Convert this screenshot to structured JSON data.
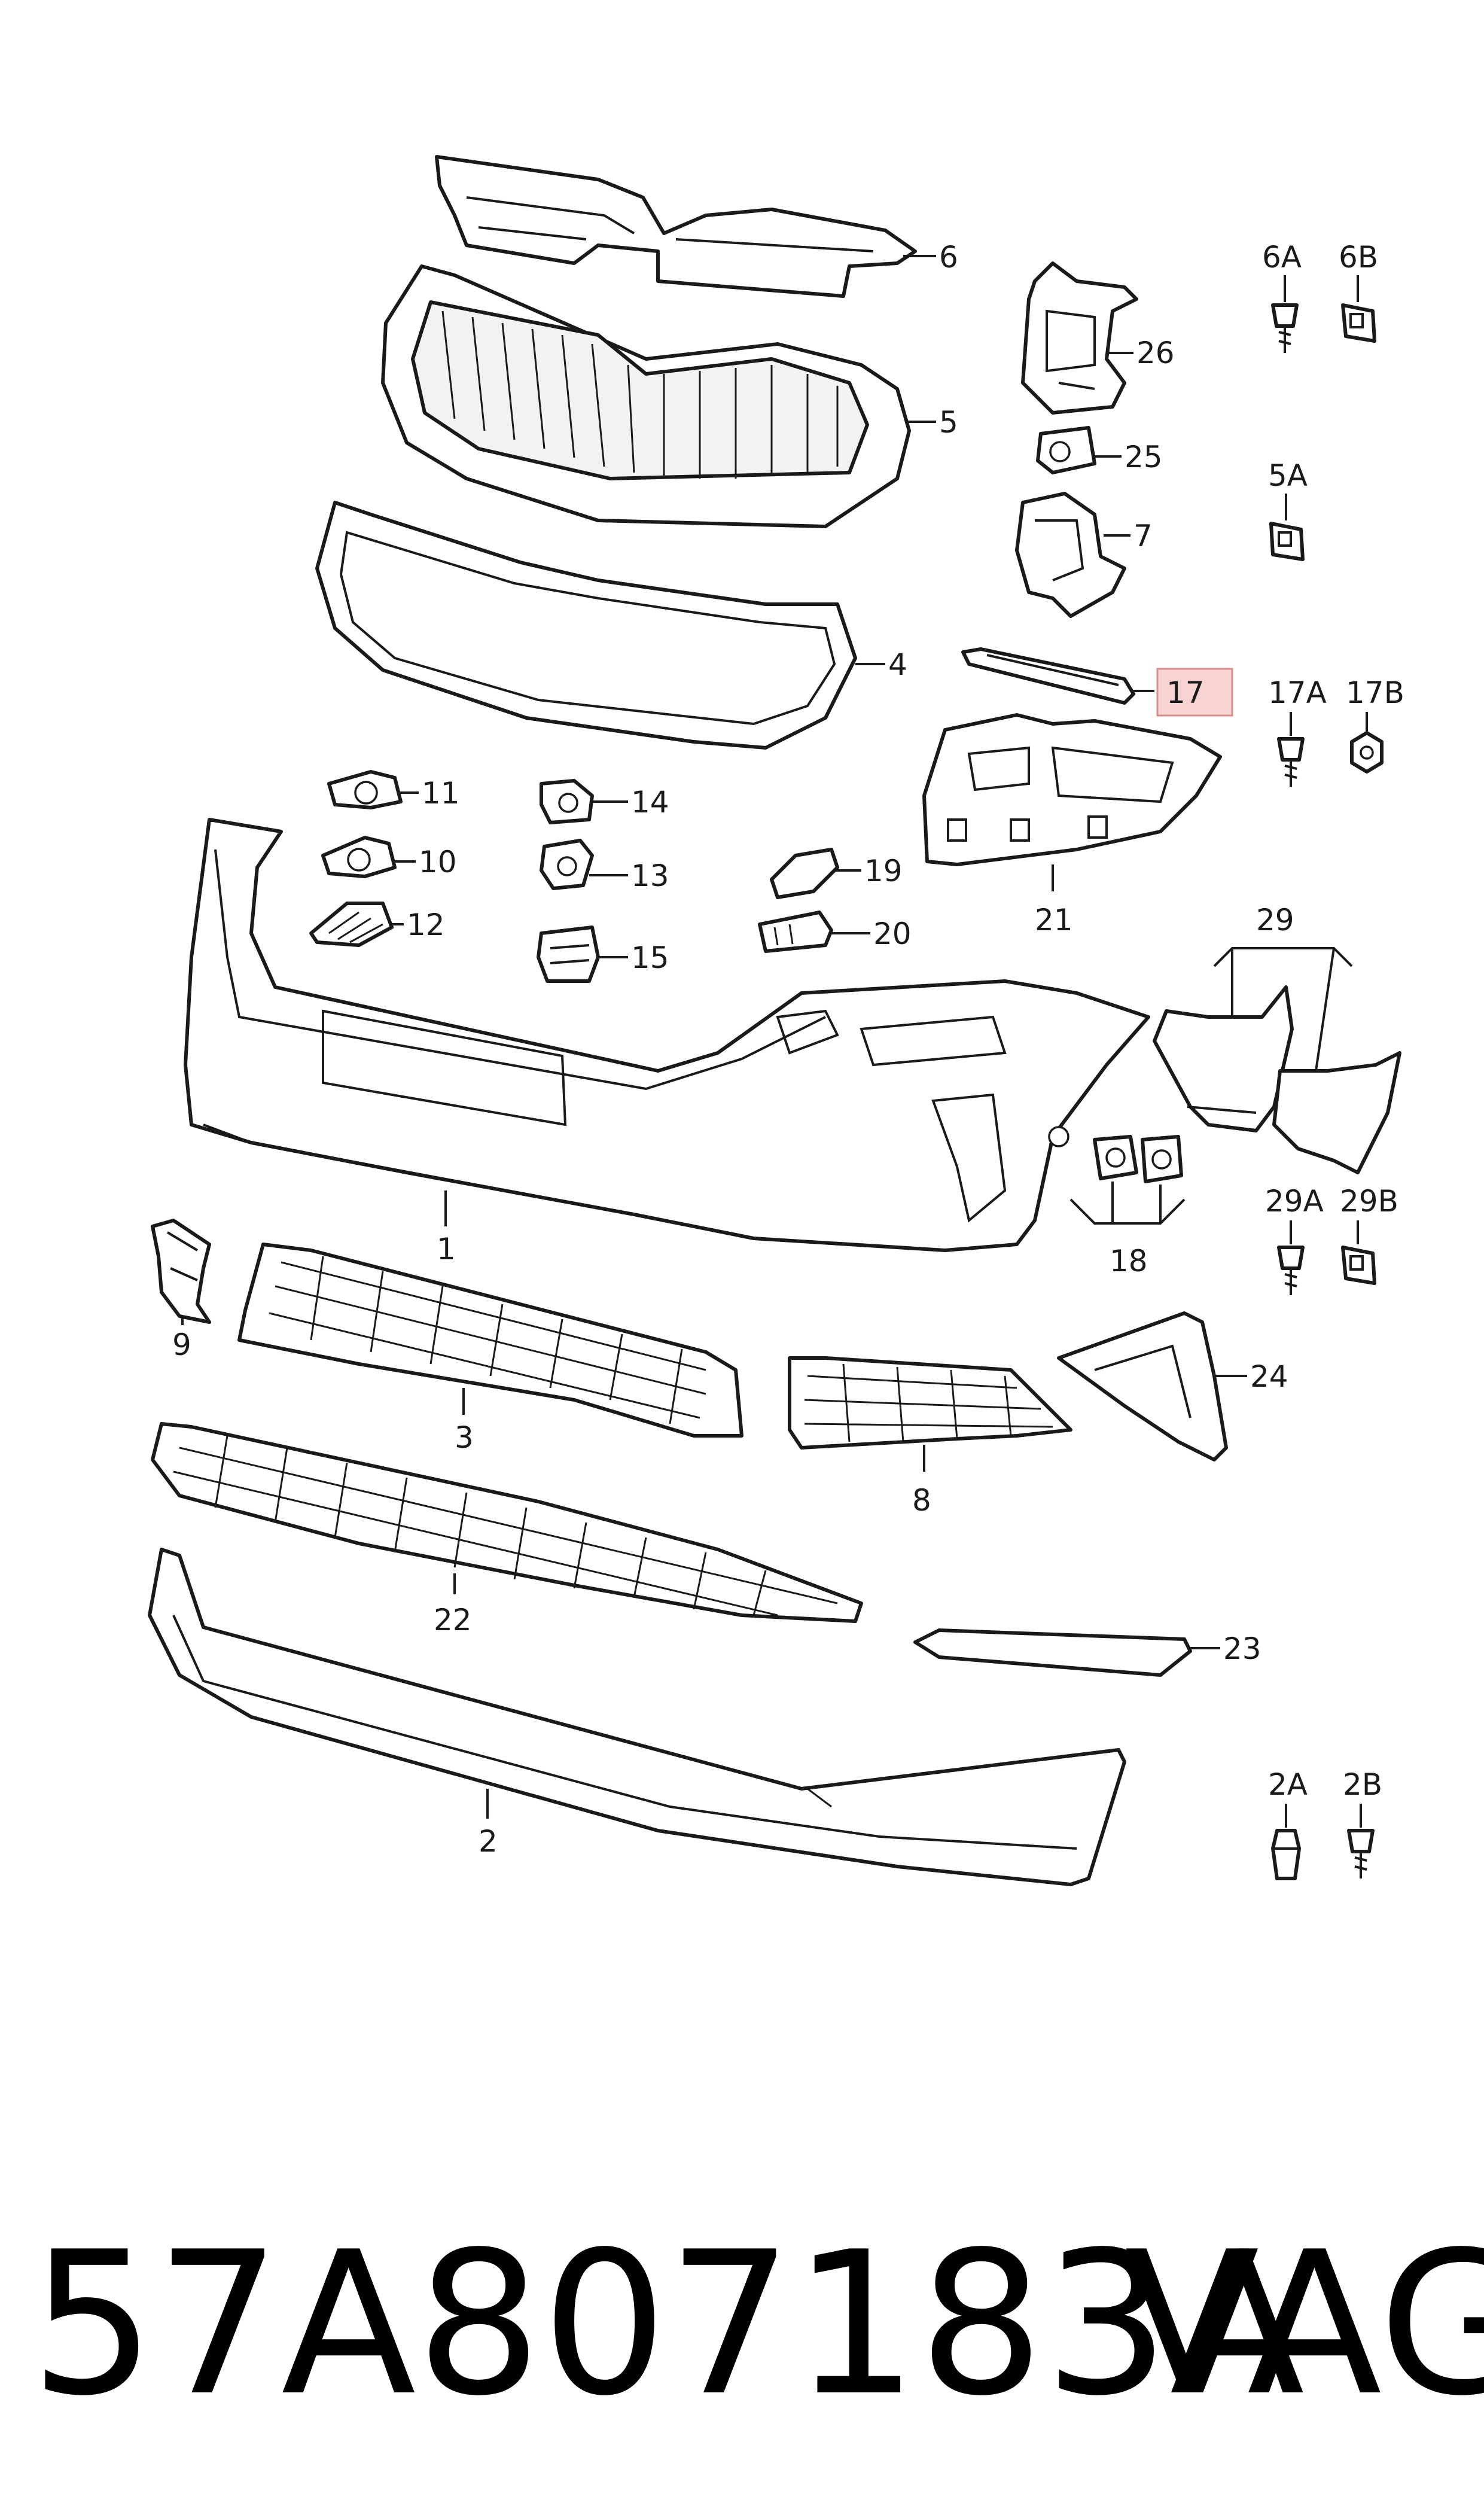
{
  "callouts": {
    "c1": "1",
    "c2": "2",
    "c2A": "2A",
    "c2B": "2B",
    "c3": "3",
    "c4": "4",
    "c5": "5",
    "c5A": "5A",
    "c6": "6",
    "c6A": "6A",
    "c6B": "6B",
    "c7": "7",
    "c8": "8",
    "c9": "9",
    "c10": "10",
    "c11": "11",
    "c12": "12",
    "c13": "13",
    "c14": "14",
    "c15": "15",
    "c17": "17",
    "c17A": "17A",
    "c17B": "17B",
    "c18": "18",
    "c19": "19",
    "c20": "20",
    "c21": "21",
    "c22": "22",
    "c23": "23",
    "c24": "24",
    "c25": "25",
    "c26": "26",
    "c29": "29",
    "c29A": "29A",
    "c29B": "29B"
  },
  "highlighted_callout": "17",
  "highlight_color": "#f7d3d3",
  "footer": {
    "part_number": "57A807183A",
    "brand": "VAG"
  }
}
